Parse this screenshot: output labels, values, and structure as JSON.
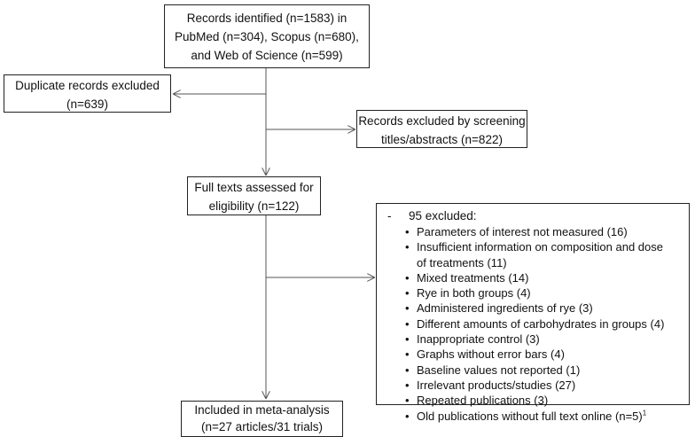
{
  "records_identified": {
    "lines": [
      "Records identified (n=1583) in",
      "PubMed (n=304), Scopus (n=680),",
      "and Web of Science (n=599)"
    ]
  },
  "duplicates_excluded": {
    "lines": [
      "Duplicate records excluded",
      "(n=639)"
    ]
  },
  "screening_excluded": {
    "lines": [
      "Records excluded by screening",
      "titles/abstracts (n=822)"
    ]
  },
  "full_texts": {
    "lines": [
      "Full texts assessed for",
      "eligibility (n=122)"
    ]
  },
  "excluded_list": {
    "dash": "-",
    "heading": "95 excluded:",
    "reasons": [
      {
        "text": "Parameters of interest not measured (16)"
      },
      {
        "text": "Insufficient information on composition and dose",
        "cont": "of treatments (11)"
      },
      {
        "text": "Mixed treatments (14)"
      },
      {
        "text": "Rye in both groups (4)"
      },
      {
        "text": "Administered ingredients of rye (3)"
      },
      {
        "text": "Different amounts of carbohydrates in groups (4)"
      },
      {
        "text": "Inappropriate control (3)"
      },
      {
        "text": "Graphs without error bars (4)"
      },
      {
        "text": "Baseline values not reported (1)"
      },
      {
        "text": "Irrelevant products/studies (27)"
      },
      {
        "text": "Repeated publications (3)"
      },
      {
        "text": "Old publications without full text online (n=5)",
        "sup": "1"
      }
    ]
  },
  "included": {
    "lines": [
      "Included in meta-analysis",
      "(n=27 articles/31 trials)"
    ]
  },
  "colors": {
    "stroke": "#555555",
    "border": "#222222"
  }
}
